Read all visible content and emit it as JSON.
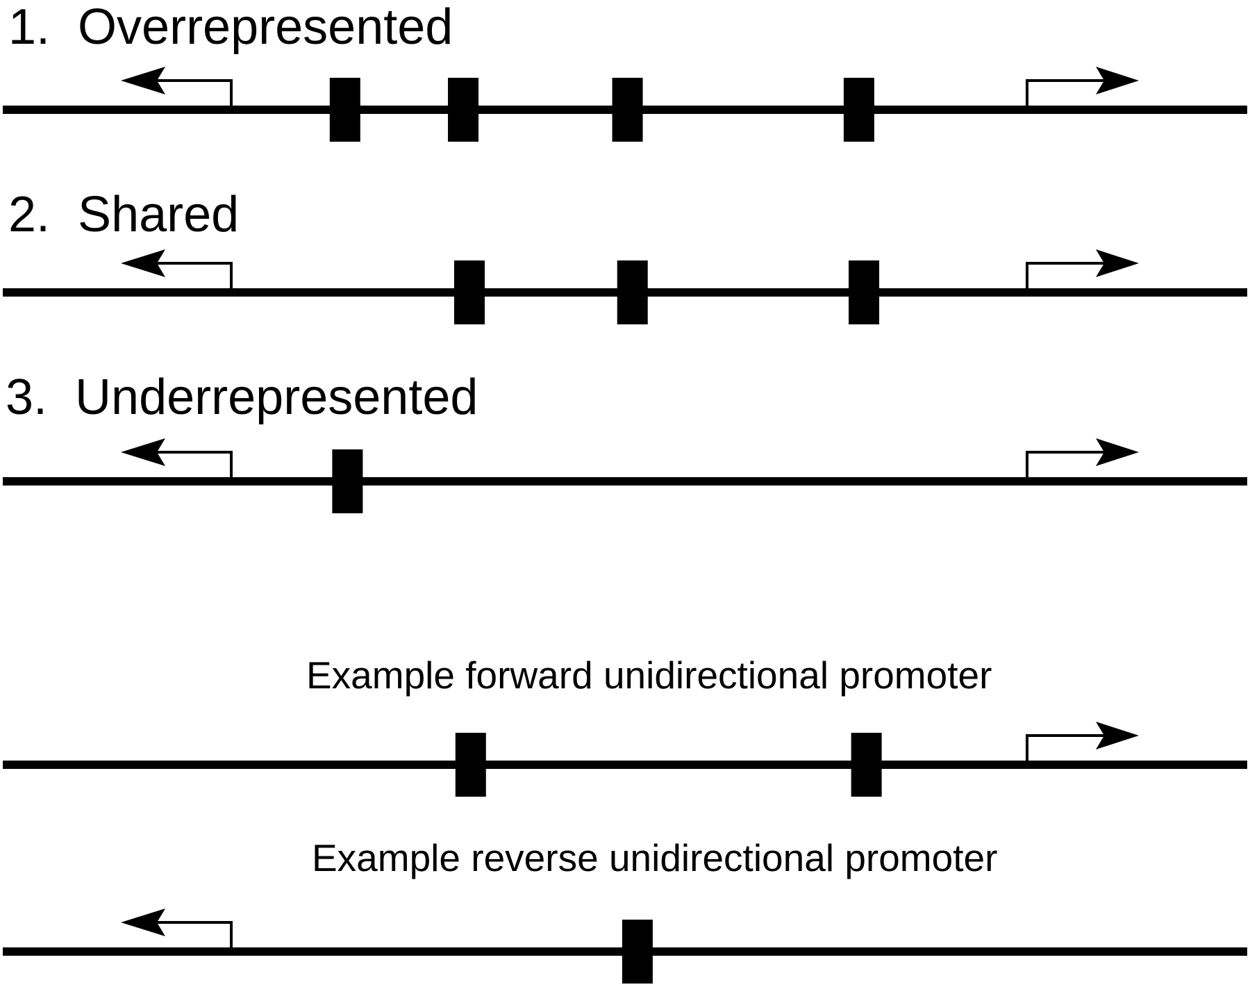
{
  "colors": {
    "ink": "#000000",
    "background": "#ffffff"
  },
  "panels": [
    {
      "id": "overrepresented",
      "label": "1.  Overrepresented",
      "reverse_arrow": true,
      "forward_arrow": true,
      "elements": [
        0.275,
        0.37,
        0.502,
        0.688
      ]
    },
    {
      "id": "shared",
      "label": "2.  Shared",
      "reverse_arrow": true,
      "forward_arrow": true,
      "elements": [
        0.375,
        0.506,
        0.692
      ]
    },
    {
      "id": "underrepresented",
      "label": "3.  Underrepresented",
      "reverse_arrow": true,
      "forward_arrow": true,
      "elements": [
        0.277
      ]
    },
    {
      "id": "forward-unidirectional",
      "label": "Example forward unidirectional promoter",
      "reverse_arrow": false,
      "forward_arrow": true,
      "elements": [
        0.376,
        0.694
      ]
    },
    {
      "id": "reverse-unidirectional",
      "label": "Example reverse unidirectional promoter",
      "reverse_arrow": true,
      "forward_arrow": false,
      "elements": [
        0.51
      ]
    }
  ]
}
